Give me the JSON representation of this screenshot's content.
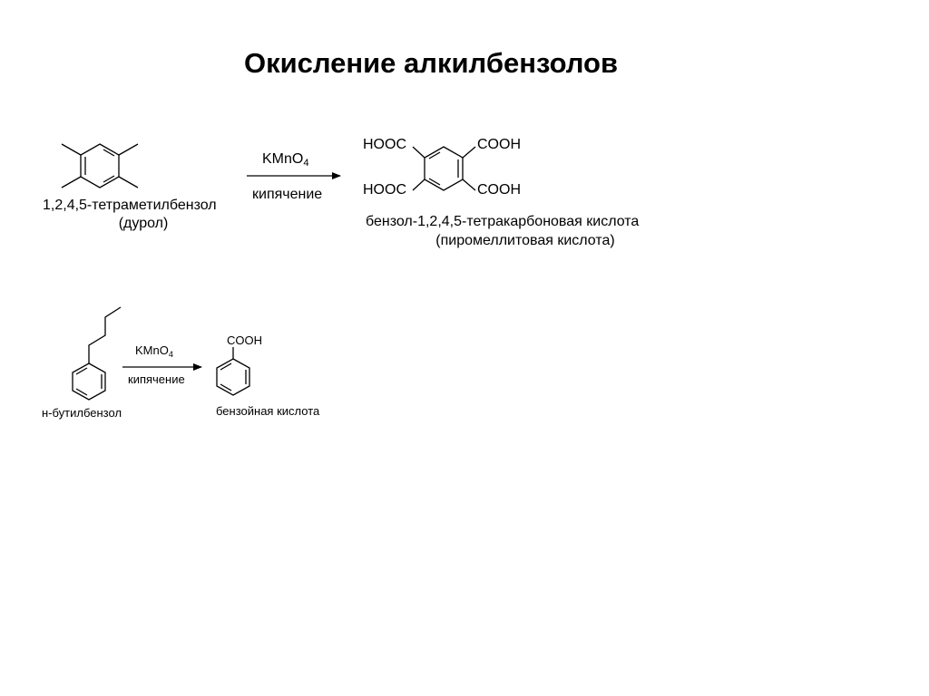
{
  "title": "Окисление алкилбензолов",
  "reaction1": {
    "reactant_name": "1,2,4,5-тетраметилбензол",
    "reactant_trivial": "(дурол)",
    "reagent_main": "KMnO",
    "reagent_sub": "4",
    "condition": "кипячение",
    "product_name": "бензол-1,2,4,5-тетракарбоновая кислота",
    "product_trivial": "(пиромеллитовая кислота)",
    "group_top_left": "HOOC",
    "group_top_right": "COOH",
    "group_bottom_left": "HOOC",
    "group_bottom_right": "COOH"
  },
  "reaction2": {
    "reactant_name": "н-бутилбензол",
    "reagent_main": "KMnO",
    "reagent_sub": "4",
    "condition": "кипячение",
    "product_name": "бензойная кислота",
    "product_group": "COOH"
  }
}
